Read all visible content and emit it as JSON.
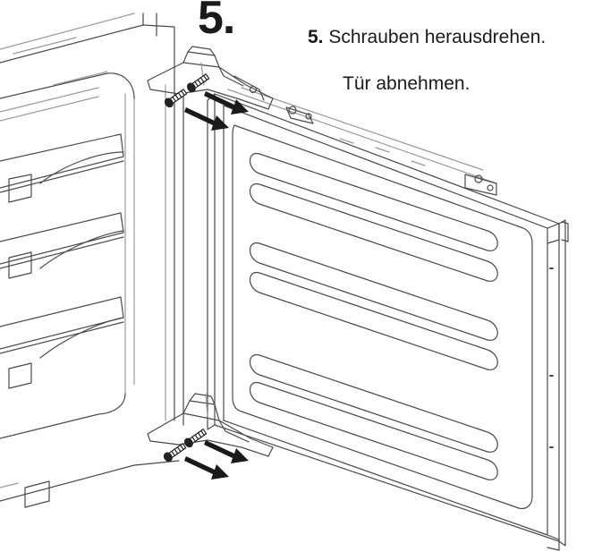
{
  "step": {
    "big_number": "5.",
    "number": "5.",
    "instruction": "Schrauben herausdrehen.",
    "action": "Tür abnehmen."
  },
  "colors": {
    "line": "#4a4a4a",
    "light_line": "#9a9a9a",
    "arrow": "#1a1a1a",
    "screw": "#222222"
  },
  "icons": {
    "direction_arrow": "arrow-down-right-icon",
    "screw": "screw-icon"
  }
}
